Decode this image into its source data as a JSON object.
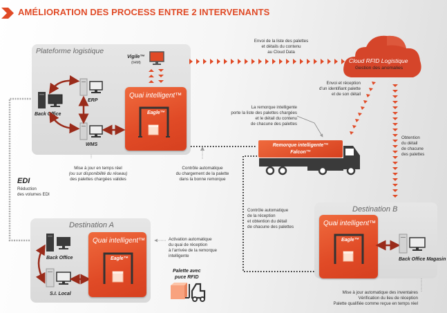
{
  "title": "AMÉLIORATION DES PROCESS ENTRE 2 INTERVENANTS",
  "colors": {
    "accent": "#e04a26",
    "arrow_dark_red": "#9a2b1a",
    "panel_gray": "#e0e0e0",
    "device_dark": "#3a3a3a"
  },
  "plateforme": {
    "title": "Plateforme logistique",
    "vigile": {
      "name": "Vigile™",
      "sub": "(IHM)"
    },
    "back_office": "Back Office",
    "erp": "ERP",
    "wms": "WMS",
    "quai": {
      "title": "Quai intelligent™",
      "gate": "Eagle™"
    }
  },
  "cloud": {
    "title": "Cloud RFID Logistique",
    "subtitle": "Gestion des anomalies"
  },
  "notes": {
    "envoi_liste": [
      "Envoi de la liste des palettes",
      "et détails du contenu",
      "au Cloud Data"
    ],
    "envoi_reception": [
      "Envoi et réception",
      "d'un identifiant palette",
      "et de son détail"
    ],
    "remorque_porte": [
      "La remorque intelligente",
      "porte la liste des palettes chargées",
      "et le détail du contenu",
      "de chacune des palettes"
    ],
    "obtention": [
      "Obtention",
      "du détail",
      "de chacune",
      "des palettes"
    ],
    "mise_a_jour": [
      "Mise à jour en temps réel",
      "(ou sur disponibilité du réseau)",
      "des palettes chargées valides"
    ],
    "controle_chargement": [
      "Contrôle automatique",
      "du chargement de la palette",
      "dans la bonne remorque"
    ],
    "edi_title": "EDI",
    "edi_sub": [
      "Réduction",
      "des volumes EDI"
    ],
    "controle_reception": [
      "Contrôle automatique",
      "de la réception",
      "et obtention du détail",
      "de chacune des palettes"
    ],
    "activation": [
      "Activation automatique",
      "du quai de réception",
      "à l'arrivée de la remorque",
      "intelligente"
    ],
    "inventaires": [
      "Mise à jour automatique des inventaires",
      "Vérification du lieu de réception",
      "Palette qualifiée comme reçue en temps réel"
    ]
  },
  "truck": {
    "line1": "Remorque intelligente™",
    "line2": "Falcon™"
  },
  "destination_a": {
    "title": "Destination A",
    "back_office": "Back Office",
    "si_local": "S.I. Local",
    "quai": {
      "title": "Quai intelligent™",
      "gate": "Eagle™"
    }
  },
  "destination_b": {
    "title": "Destination B",
    "back_office": "Back Office Magasin",
    "quai": {
      "title": "Quai intelligent™",
      "gate": "Eagle™"
    }
  },
  "palette": {
    "label_line1": "Palette avec",
    "label_line2": "puce RFID"
  }
}
